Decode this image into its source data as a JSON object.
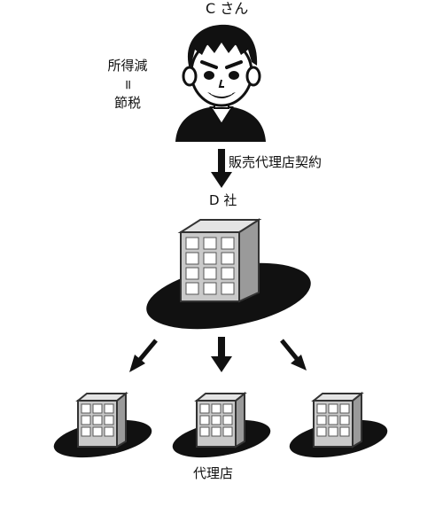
{
  "person": {
    "label": "C さん",
    "note_lines": [
      "所得減",
      "=",
      "節税"
    ]
  },
  "link": {
    "label": "販売代理店契約"
  },
  "company": {
    "label": "D 社"
  },
  "agencies": {
    "label": "代理店",
    "count_shown": 3
  }
}
